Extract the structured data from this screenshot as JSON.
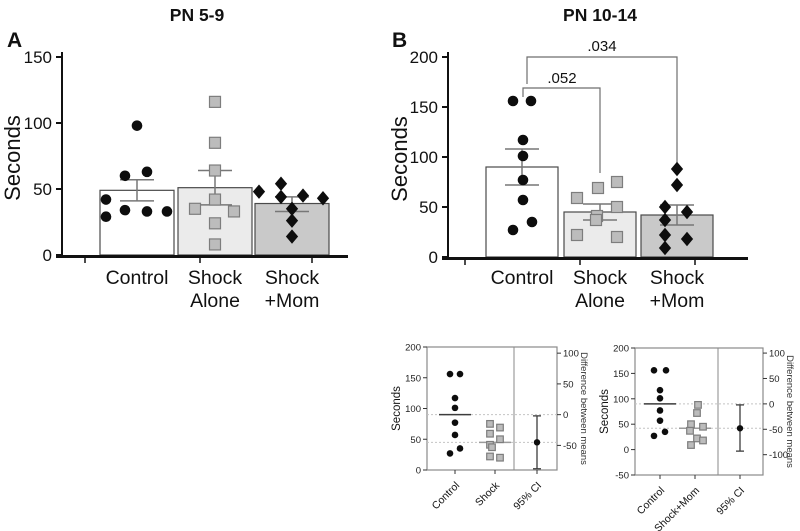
{
  "figure": {
    "panel_a_label": "A",
    "panel_b_label": "B"
  },
  "colors": {
    "black": "#0d0d0d",
    "bar_stroke": "#4a4a4a",
    "square_fill": "#bcbcbc",
    "square_stroke": "#7d7d7d",
    "error_bar": "#777777",
    "bracket": "#6e6e6e",
    "frame": "#8a8a8a",
    "dashed": "#c4c4c4",
    "mean_dark": "#3c3c3c",
    "mean_gray": "#9b9b9b"
  },
  "chart_data": [
    {
      "id": "panel_a",
      "type": "bar",
      "title": "PN 5-9",
      "ylabel": "Seconds",
      "ylim": [
        0,
        150
      ],
      "yticks": [
        0,
        50,
        100,
        150
      ],
      "categories": [
        "Control",
        "Shock Alone",
        "Shock +Mom"
      ],
      "category_lines": [
        [
          "Control"
        ],
        [
          "Shock",
          "Alone"
        ],
        [
          "Shock",
          "+Mom"
        ]
      ],
      "bar_fills": [
        "#ffffff",
        "#ebebeb",
        "#c9c9c9"
      ],
      "markers": [
        "circle",
        "square",
        "diamond"
      ],
      "means": [
        49,
        51,
        39
      ],
      "sem_upper": [
        57,
        64,
        44
      ],
      "sem_lower": [
        41,
        38,
        33
      ],
      "points": [
        {
          "values": [
            98,
            63,
            60,
            42,
            34,
            33,
            33,
            29
          ],
          "dx": [
            0,
            10,
            -12,
            -31,
            -12,
            10,
            30,
            -31
          ]
        },
        {
          "values": [
            116,
            85,
            64,
            42,
            35,
            33,
            24,
            8
          ],
          "dx": [
            0,
            0,
            0,
            0,
            -20,
            19,
            0,
            0
          ]
        },
        {
          "values": [
            54,
            48,
            45,
            44,
            43,
            35,
            26,
            14
          ],
          "dx": [
            -11,
            -33,
            11,
            -11,
            31,
            0,
            0,
            0
          ]
        }
      ]
    },
    {
      "id": "panel_b",
      "type": "bar",
      "title": "PN 10-14",
      "ylabel": "Seconds",
      "ylim": [
        0,
        200
      ],
      "yticks": [
        0,
        50,
        100,
        150,
        200
      ],
      "categories": [
        "Control",
        "Shock Alone",
        "Shock +Mom"
      ],
      "category_lines": [
        [
          "Control"
        ],
        [
          "Shock",
          "Alone"
        ],
        [
          "Shock",
          "+Mom"
        ]
      ],
      "bar_fills": [
        "#ffffff",
        "#ebebeb",
        "#c9c9c9"
      ],
      "markers": [
        "circle",
        "square",
        "diamond"
      ],
      "means": [
        90,
        45,
        42
      ],
      "sem_upper": [
        108,
        53,
        52
      ],
      "sem_lower": [
        72,
        37,
        32
      ],
      "points": [
        {
          "values": [
            156,
            156,
            117,
            101,
            77,
            57,
            35,
            27
          ],
          "dx": [
            -9,
            9,
            1,
            1,
            1,
            1,
            10,
            -9
          ]
        },
        {
          "values": [
            75,
            69,
            59,
            50,
            41,
            37,
            22,
            20
          ],
          "dx": [
            17,
            -2,
            -23,
            17,
            -3,
            -4,
            -23,
            17
          ]
        },
        {
          "values": [
            88,
            72,
            50,
            45,
            37,
            22,
            18,
            9
          ],
          "dx": [
            0,
            0,
            -12,
            10,
            -12,
            -12,
            10,
            -12
          ]
        }
      ],
      "significance": [
        {
          "label": ".052",
          "pair": [
            "Control",
            "Shock Alone"
          ]
        },
        {
          "label": ".034",
          "pair": [
            "Control",
            "Shock +Mom"
          ]
        }
      ]
    },
    {
      "id": "estimation_1",
      "type": "scatter",
      "subtype": "estimation",
      "ylabel_left": "Seconds",
      "ylabel_right": "Difference between means",
      "left_range": [
        0,
        200
      ],
      "left_ticks": [
        0,
        50,
        100,
        150,
        200
      ],
      "right_ticks": [
        100,
        50,
        0,
        -50
      ],
      "categories": [
        "Control",
        "Shock",
        "95% CI"
      ],
      "groups": [
        {
          "name": "Control",
          "marker": "circle",
          "mean": 90,
          "values": [
            156,
            156,
            117,
            101,
            77,
            57,
            35,
            27
          ],
          "dx": [
            -5,
            5,
            0,
            0,
            0,
            0,
            5,
            -5
          ]
        },
        {
          "name": "Shock",
          "marker": "square",
          "mean": 45,
          "values": [
            75,
            69,
            59,
            50,
            41,
            37,
            22,
            20
          ],
          "dx": [
            -5,
            5,
            -5,
            5,
            -5,
            -3,
            -5,
            5
          ]
        }
      ],
      "ci": {
        "label": "95% CI",
        "mean_diff": -45,
        "lo": -88,
        "hi": -2
      }
    },
    {
      "id": "estimation_2",
      "type": "scatter",
      "subtype": "estimation",
      "ylabel_left": "Seconds",
      "ylabel_right": "Difference between means",
      "left_range": [
        -50,
        200
      ],
      "left_ticks": [
        -50,
        0,
        50,
        100,
        150,
        200
      ],
      "right_ticks": [
        100,
        50,
        0,
        -50,
        -100
      ],
      "categories": [
        "Control",
        "Shock+Mom",
        "95% CI"
      ],
      "groups": [
        {
          "name": "Control",
          "marker": "circle",
          "mean": 90,
          "values": [
            156,
            156,
            117,
            101,
            77,
            57,
            35,
            27
          ],
          "dx": [
            -6,
            6,
            0,
            0,
            0,
            0,
            5,
            -6
          ]
        },
        {
          "name": "Shock+Mom",
          "marker": "square",
          "mean": 42,
          "values": [
            88,
            72,
            50,
            45,
            37,
            22,
            18,
            9
          ],
          "dx": [
            3,
            2,
            -4,
            8,
            -5,
            2,
            8,
            -4
          ]
        }
      ],
      "ci": {
        "label": "95% CI",
        "mean_diff": -48,
        "lo": -93,
        "hi": -2
      }
    }
  ]
}
